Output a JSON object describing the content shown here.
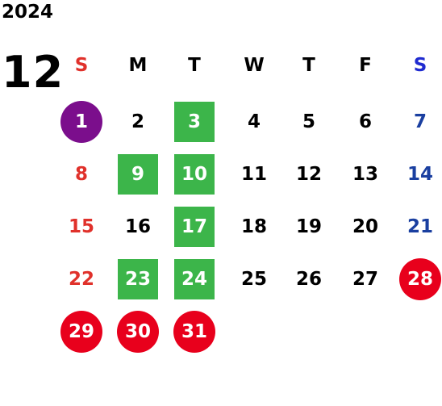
{
  "year": "2024",
  "month": "12",
  "weekdays": [
    "S",
    "M",
    "T",
    "W",
    "T",
    "F",
    "S"
  ],
  "colors": {
    "sunday": "#e0312b",
    "saturday": "#1a3fa0",
    "saturday_header": "#1f2bd0",
    "weekday": "#000000",
    "highlight_green": "#3cb54a",
    "highlight_red": "#e8001c",
    "highlight_purple": "#7b0e8c",
    "on_highlight_text": "#ffffff"
  },
  "weeks": [
    [
      {
        "day": "1",
        "mark": "purple-circle"
      },
      {
        "day": "2"
      },
      {
        "day": "3",
        "mark": "green-square"
      },
      {
        "day": "4"
      },
      {
        "day": "5"
      },
      {
        "day": "6"
      },
      {
        "day": "7"
      }
    ],
    [
      {
        "day": "8"
      },
      {
        "day": "9",
        "mark": "green-square"
      },
      {
        "day": "10",
        "mark": "green-square"
      },
      {
        "day": "11"
      },
      {
        "day": "12"
      },
      {
        "day": "13"
      },
      {
        "day": "14"
      }
    ],
    [
      {
        "day": "15"
      },
      {
        "day": "16"
      },
      {
        "day": "17",
        "mark": "green-square"
      },
      {
        "day": "18"
      },
      {
        "day": "19"
      },
      {
        "day": "20"
      },
      {
        "day": "21"
      }
    ],
    [
      {
        "day": "22"
      },
      {
        "day": "23",
        "mark": "green-square"
      },
      {
        "day": "24",
        "mark": "green-square"
      },
      {
        "day": "25"
      },
      {
        "day": "26"
      },
      {
        "day": "27"
      },
      {
        "day": "28",
        "mark": "red-circle"
      }
    ],
    [
      {
        "day": "29",
        "mark": "red-circle"
      },
      {
        "day": "30",
        "mark": "red-circle"
      },
      {
        "day": "31",
        "mark": "red-circle"
      },
      null,
      null,
      null,
      null
    ]
  ]
}
